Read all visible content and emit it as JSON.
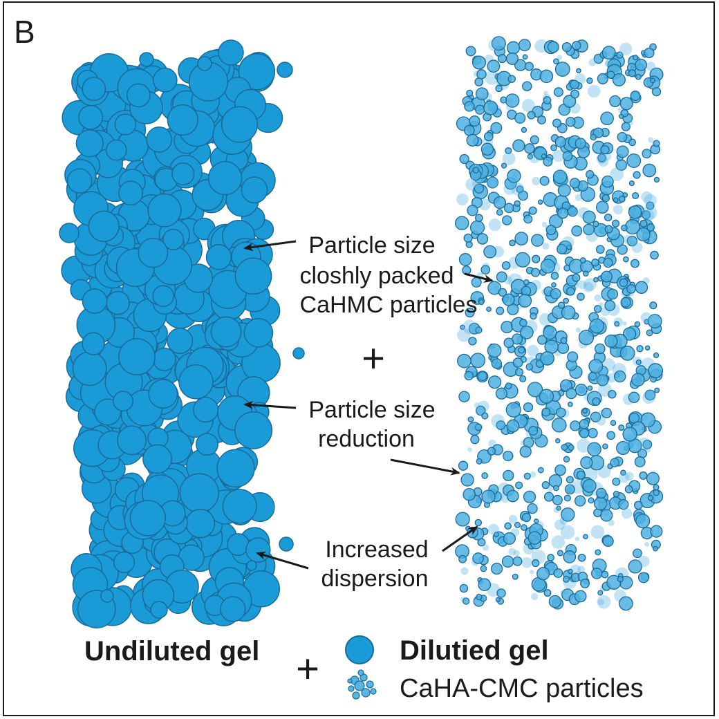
{
  "panel_label": "B",
  "annotations": {
    "label1": [
      "Particle size",
      "closhly packed",
      "CaHMC particles"
    ],
    "label2": [
      "Particle size",
      "reduction"
    ],
    "label3": [
      "Increased",
      "dispersion"
    ],
    "plus_sign": "+"
  },
  "legend": {
    "undiluted_label": "Undiluted gel",
    "plus_sign": "+",
    "diluted_label": "Dilutied gel",
    "particles_label": "CaHA-CMC particles"
  },
  "colors": {
    "particle_fill": "#1a9bd7",
    "particle_stroke": "#1a6a98",
    "diluted_fill": "#4fb0e0",
    "background": "#ffffff",
    "text": "#1a1a1a"
  }
}
